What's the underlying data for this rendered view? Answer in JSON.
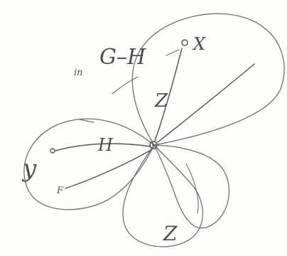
{
  "labels": {
    "title": "in G-H",
    "title_prefix": "in",
    "title_main": "G–H",
    "x": "X",
    "y": "y",
    "z": "Z",
    "f": "F",
    "bond_x": "Z",
    "bond_y": "H"
  },
  "colors": {
    "ink": "#6f6f6f",
    "paper": "#fdfdfc"
  }
}
